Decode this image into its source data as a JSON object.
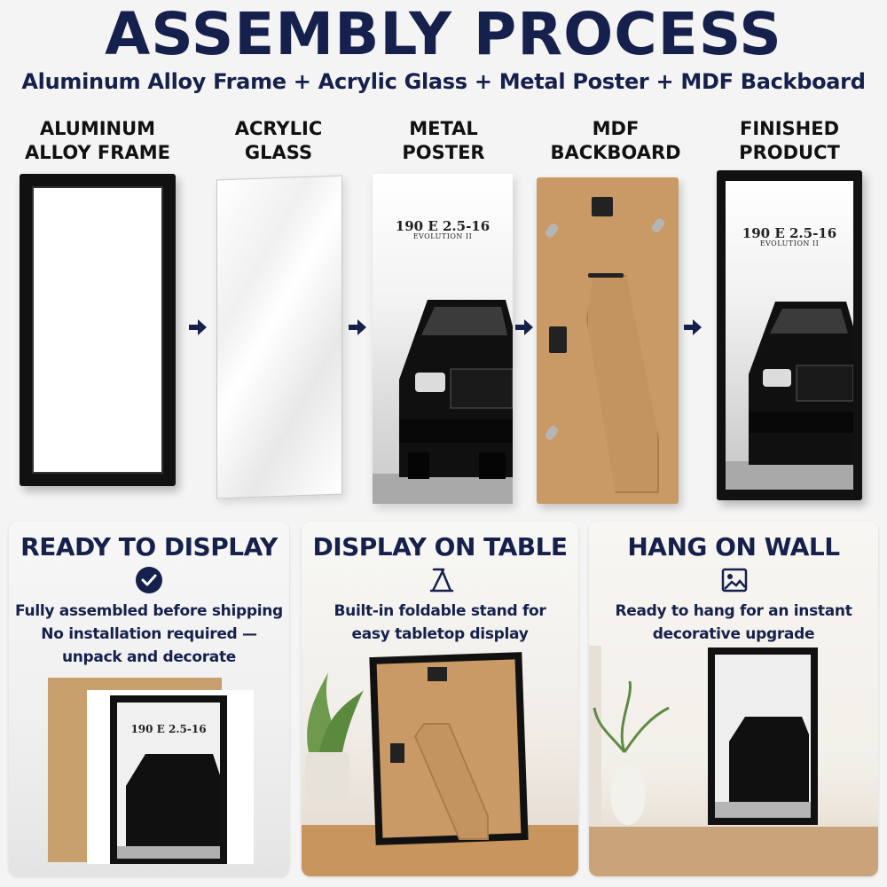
{
  "header": {
    "title": "ASSEMBLY PROCESS",
    "subtitle": "Aluminum Alloy Frame + Acrylic Glass + Metal Poster + MDF Backboard"
  },
  "steps": [
    {
      "line1": "ALUMINUM",
      "line2": "ALLOY FRAME"
    },
    {
      "line1": "ACRYLIC",
      "line2": "GLASS"
    },
    {
      "line1": "METAL",
      "line2": "POSTER"
    },
    {
      "line1": "MDF",
      "line2": "BACKBOARD"
    },
    {
      "line1": "FINISHED",
      "line2": "PRODUCT"
    }
  ],
  "poster": {
    "title": "190 E 2.5-16",
    "subtitle": "EVOLUTION II"
  },
  "cards": [
    {
      "title": "READY TO DISPLAY",
      "icon": "check-circle-icon",
      "lines": [
        "Fully assembled before shipping",
        "No installation required —",
        "unpack and decorate"
      ]
    },
    {
      "title": "DISPLAY ON TABLE",
      "icon": "easel-stand-icon",
      "lines": [
        "Built-in foldable stand for",
        "easy tabletop display"
      ]
    },
    {
      "title": "HANG ON WALL",
      "icon": "picture-icon",
      "lines": [
        "Ready to hang for an instant",
        "decorative upgrade"
      ]
    }
  ],
  "colors": {
    "navy": "#15204c",
    "frame": "#111111",
    "mdf": "#c99a65"
  }
}
